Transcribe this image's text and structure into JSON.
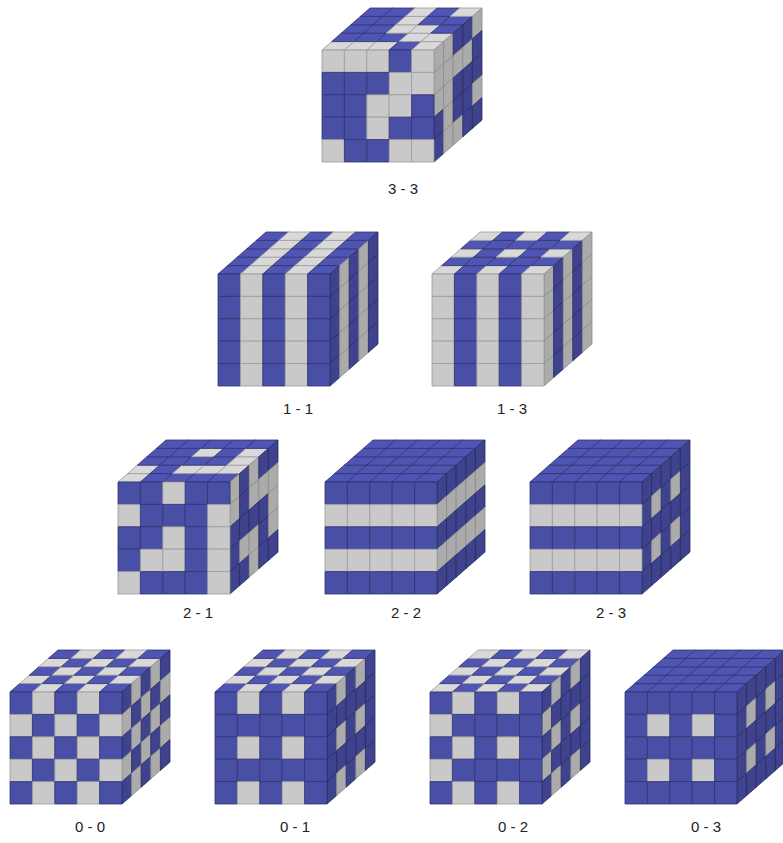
{
  "diagram": {
    "labels": [
      "3 - 3",
      "1 - 1",
      "1 - 3",
      "2 - 1",
      "2 - 2",
      "2 - 3",
      "0 - 0",
      "0 - 1",
      "0 - 2",
      "0 - 3"
    ]
  }
}
